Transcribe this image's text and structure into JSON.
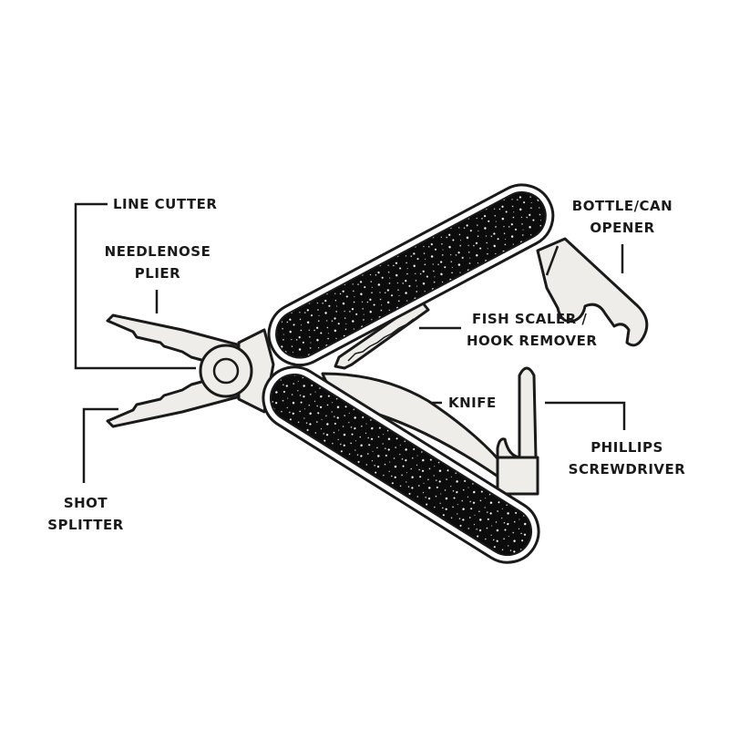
{
  "diagram": {
    "subject": "multi-tool",
    "colors": {
      "outline": "#1a1a1a",
      "metal": "#efedea",
      "handle": "#0c0c0c",
      "speckle": "#ffffff",
      "background": "#ffffff"
    },
    "labels": {
      "line_cutter": {
        "line1": "LINE CUTTER"
      },
      "needlenose_plier": {
        "line1": "NEEDLENOSE",
        "line2": "PLIER"
      },
      "bottle_can_opener": {
        "line1": "BOTTLE/CAN",
        "line2": "OPENER"
      },
      "fish_scaler": {
        "line1": "FISH SCALER /",
        "line2": "HOOK REMOVER"
      },
      "knife": {
        "line1": "KNIFE"
      },
      "phillips_screwdriver": {
        "line1": "PHILLIPS",
        "line2": "SCREWDRIVER"
      },
      "shot_splitter": {
        "line1": "SHOT",
        "line2": "SPLITTER"
      }
    }
  }
}
